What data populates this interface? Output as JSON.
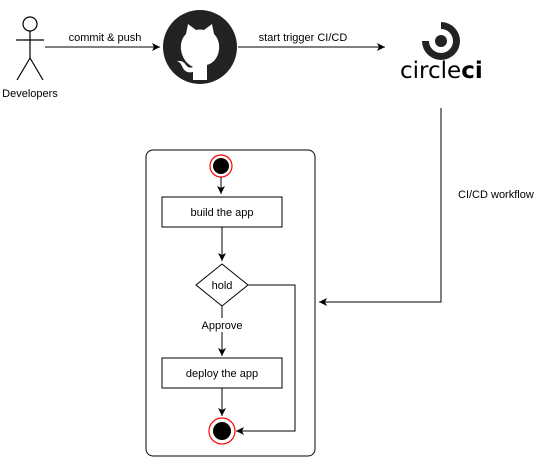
{
  "diagram": {
    "actor": {
      "label": "Developers",
      "icon": "stick-figure-icon"
    },
    "edges": {
      "commit_push": "commit & push",
      "start_trigger": "start trigger CI/CD",
      "workflow": "CI/CD workflow",
      "approve": "Approve"
    },
    "github": {
      "icon": "github-octocat-icon"
    },
    "circleci": {
      "word_regular": "circle",
      "word_bold": "ci",
      "icon": "circleci-logo-icon"
    },
    "workflow": {
      "steps": {
        "build": "build the app",
        "hold": "hold",
        "deploy": "deploy the app"
      },
      "start_node": "initial-node-icon",
      "end_node": "final-node-icon"
    },
    "colors": {
      "stroke": "#000000",
      "node_ring": "#ff0000",
      "background": "#ffffff",
      "logo": "#222222"
    }
  }
}
